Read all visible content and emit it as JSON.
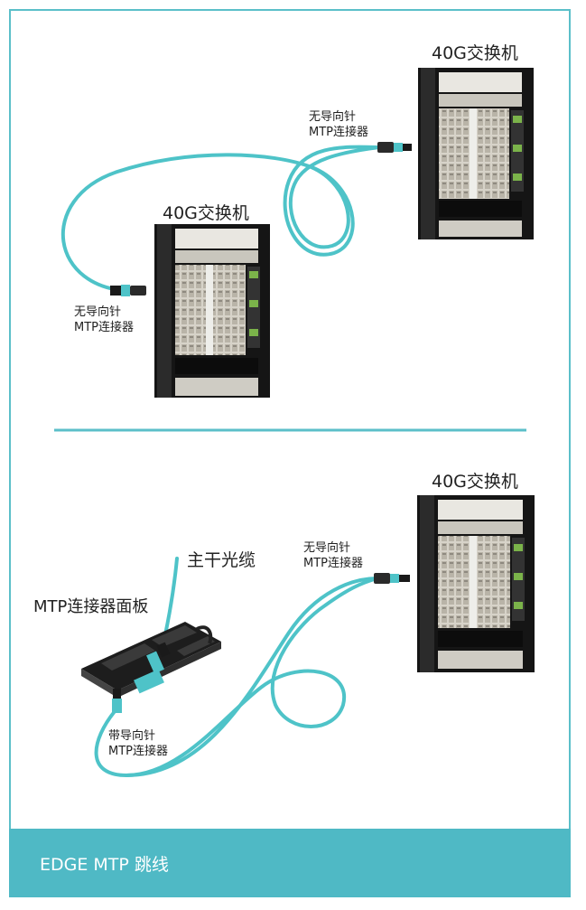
{
  "colors": {
    "cable": "#4ec3c8",
    "accent": "#5bbfc9",
    "footer_bg": "#4fb9c5",
    "divider": "#5bbfc9"
  },
  "top": {
    "switch_right_label": "40G交换机",
    "switch_left_label": "40G交换机",
    "connector_right_label_line1": "无导向针",
    "connector_right_label_line2": "MTP连接器",
    "connector_left_label_line1": "无导向针",
    "connector_left_label_line2": "MTP连接器"
  },
  "bottom": {
    "switch_label": "40G交换机",
    "trunk_label": "主干光缆",
    "panel_label": "MTP连接器面板",
    "connector_switch_label_line1": "无导向针",
    "connector_switch_label_line2": "MTP连接器",
    "connector_panel_label_line1": "带导向针",
    "connector_panel_label_line2": "MTP连接器"
  },
  "footer": {
    "title": "EDGE MTP 跳线"
  }
}
